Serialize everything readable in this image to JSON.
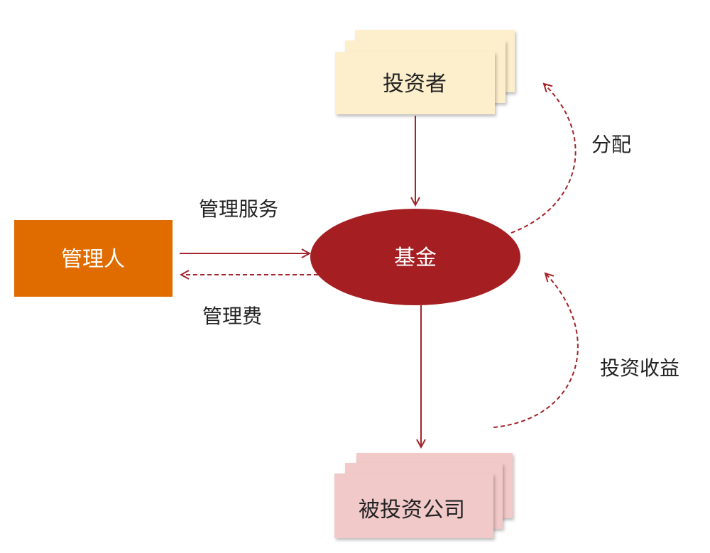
{
  "nodes": {
    "investor": "投资者",
    "fund": "基金",
    "manager": "管理人",
    "investee": "被投资公司"
  },
  "edges": {
    "management_service": "管理服务",
    "management_fee": "管理费",
    "distribution": "分配",
    "investment_return": "投资收益"
  },
  "colors": {
    "investor_fill": "#fdefcc",
    "investee_fill": "#f1c9c9",
    "manager_fill": "#e06c00",
    "fund_fill": "#a51e22",
    "arrow": "#a3242a"
  }
}
